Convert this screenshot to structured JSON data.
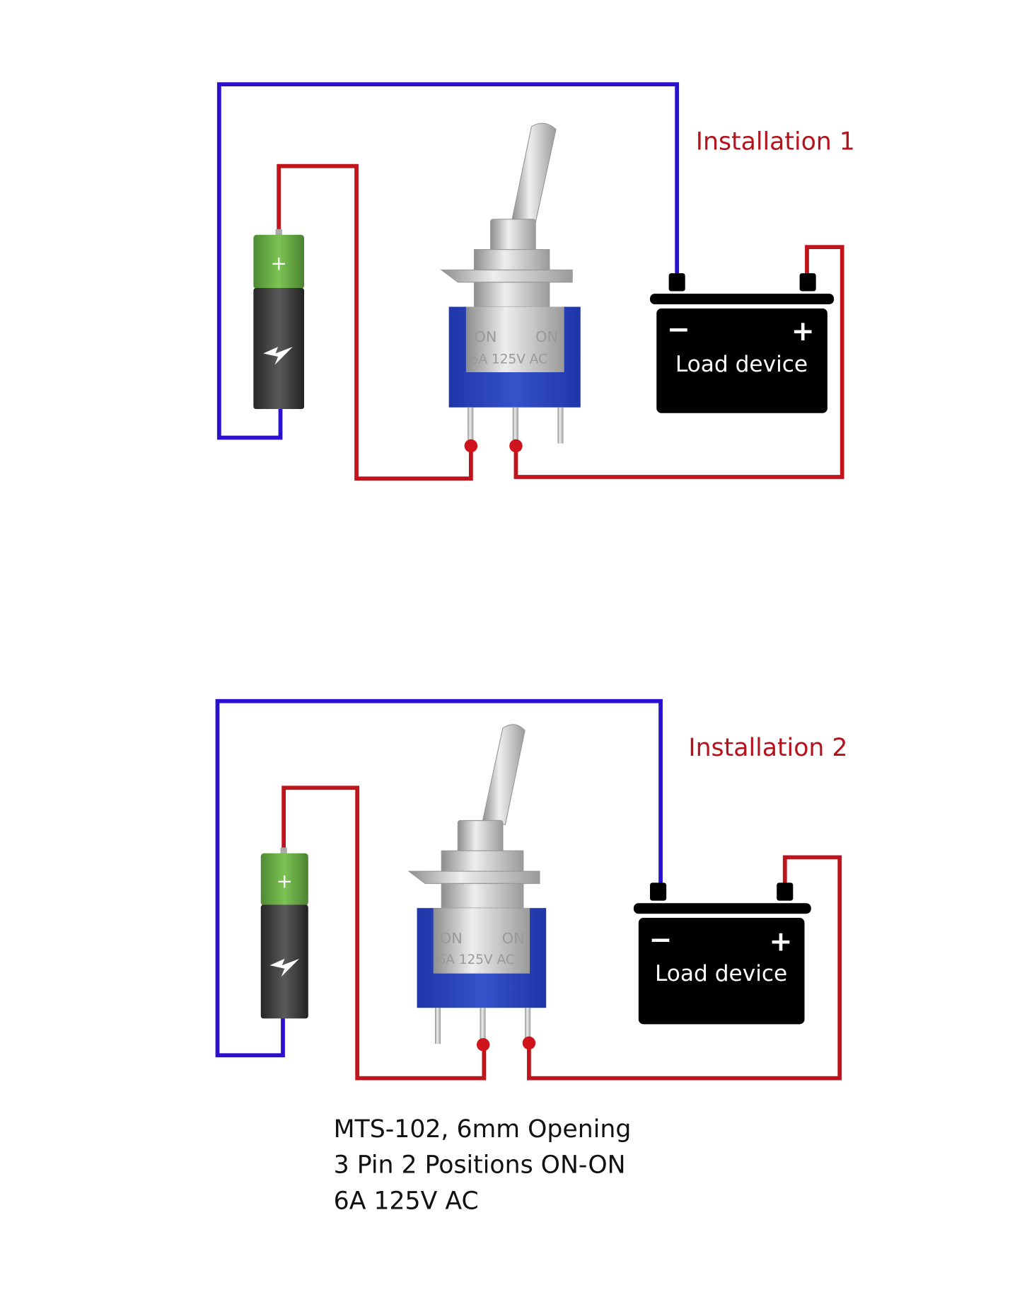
{
  "colors": {
    "positive_wire": "#c0141c",
    "negative_wire": "#2a10d0",
    "label_red": "#b5121b",
    "switch_body": "#2c45b8",
    "battery_green": "#6fb14a",
    "battery_dark": "#3c3c3c",
    "load_device": "#000000"
  },
  "installations": [
    {
      "title": "Installation 1",
      "switch": {
        "marking_top_left": "ON",
        "marking_top_right": "ON",
        "marking_bottom": "6A 125V AC"
      },
      "battery": {
        "plus": "+"
      },
      "load": {
        "label": "Load device",
        "minus": "−",
        "plus": "+"
      }
    },
    {
      "title": "Installation 2",
      "switch": {
        "marking_top_left": "ON",
        "marking_top_right": "ON",
        "marking_bottom": "6A 125V AC"
      },
      "battery": {
        "plus": "+"
      },
      "load": {
        "label": "Load device",
        "minus": "−",
        "plus": "+"
      }
    }
  ],
  "caption": [
    "MTS-102, 6mm Opening",
    "3 Pin 2 Positions ON-ON",
    "6A 125V AC"
  ]
}
